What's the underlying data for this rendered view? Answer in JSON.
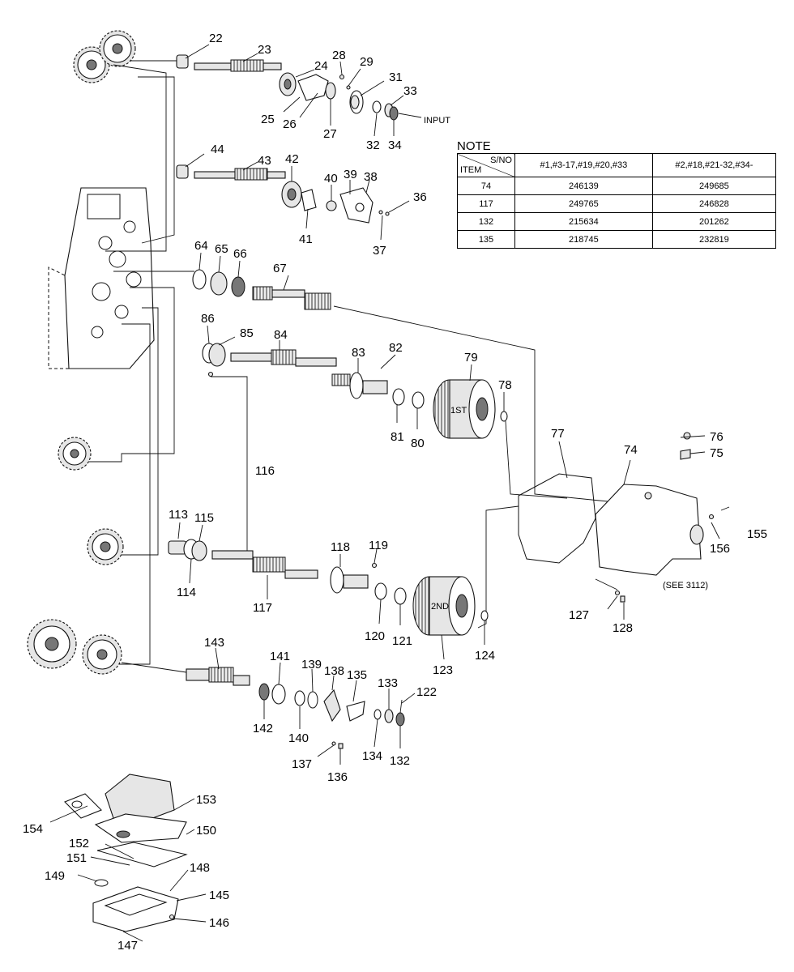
{
  "callouts": {
    "c22": "22",
    "c23": "23",
    "c24": "24",
    "c25": "25",
    "c26": "26",
    "c27": "27",
    "c28": "28",
    "c29": "29",
    "c31": "31",
    "c32": "32",
    "c33": "33",
    "c34": "34",
    "input": "INPUT",
    "c36": "36",
    "c37": "37",
    "c38": "38",
    "c39": "39",
    "c40": "40",
    "c41": "41",
    "c42": "42",
    "c43": "43",
    "c44": "44",
    "c64": "64",
    "c65": "65",
    "c66": "66",
    "c67": "67",
    "c74": "74",
    "c75": "75",
    "c76": "76",
    "c77": "77",
    "c78": "78",
    "c79": "79",
    "c80": "80",
    "c81": "81",
    "c82": "82",
    "c83": "83",
    "c84": "84",
    "c85": "85",
    "c86": "86",
    "c113": "113",
    "c114": "114",
    "c115": "115",
    "c116": "116",
    "c117": "117",
    "c118": "118",
    "c119": "119",
    "c120": "120",
    "c121": "121",
    "c122": "122",
    "c123": "123",
    "c124": "124",
    "c127": "127",
    "c128": "128",
    "c132": "132",
    "c133": "133",
    "c134": "134",
    "c135": "135",
    "c136": "136",
    "c137": "137",
    "c138": "138",
    "c139": "139",
    "c140": "140",
    "c141": "141",
    "c142": "142",
    "c143": "143",
    "c145": "145",
    "c146": "146",
    "c147": "147",
    "c148": "148",
    "c149": "149",
    "c150": "150",
    "c151": "151",
    "c152": "152",
    "c153": "153",
    "c154": "154",
    "c155": "155",
    "c156": "156",
    "see": "(SEE 3112)",
    "first": "1ST",
    "second": "2ND"
  },
  "note": {
    "title": "NOTE",
    "header_sno": "S/NO",
    "header_item": "ITEM",
    "col1": "#1,#3-17,#19,#20,#33",
    "col2": "#2,#18,#21-32,#34-",
    "rows": [
      {
        "item": "74",
        "a": "246139",
        "b": "249685"
      },
      {
        "item": "117",
        "a": "249765",
        "b": "246828"
      },
      {
        "item": "132",
        "a": "215634",
        "b": "201262"
      },
      {
        "item": "135",
        "a": "218745",
        "b": "232819"
      }
    ]
  }
}
